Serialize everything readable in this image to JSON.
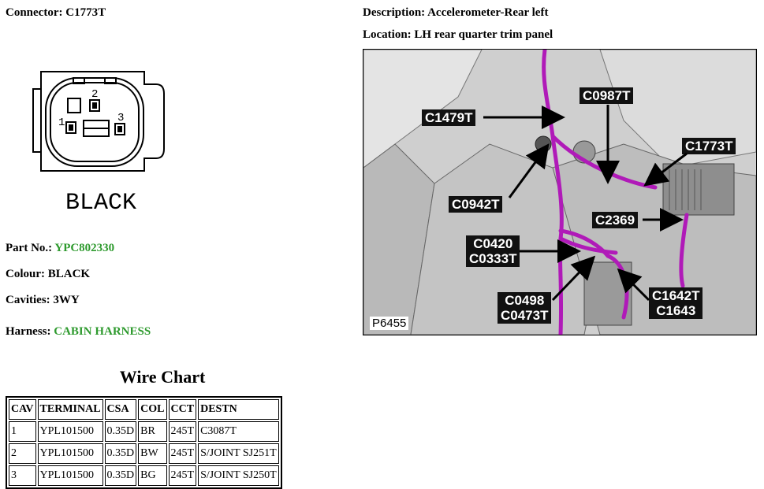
{
  "connector": {
    "label": "Connector: C1773T",
    "color_text": "BLACK",
    "pins": [
      "1",
      "2",
      "3"
    ]
  },
  "description": "Description: Accelerometer-Rear left",
  "location": "Location: LH rear quarter trim panel",
  "part_no": {
    "label": "Part No.:",
    "value": "YPC802330"
  },
  "colour": "Colour: BLACK",
  "cavities": "Cavities: 3WY",
  "harness": {
    "label": "Harness:",
    "value": "CABIN HARNESS"
  },
  "wire_chart": {
    "title": "Wire Chart",
    "headers": [
      "CAV",
      "TERMINAL",
      "CSA",
      "COL",
      "CCT",
      "DESTN"
    ],
    "rows": [
      [
        "1",
        "YPL101500",
        "0.35D",
        "BR",
        "245T",
        "C3087T"
      ],
      [
        "2",
        "YPL101500",
        "0.35D",
        "BW",
        "245T",
        "S/JOINT SJ251T"
      ],
      [
        "3",
        "YPL101500",
        "0.35D",
        "BG",
        "245T",
        "S/JOINT SJ250T"
      ]
    ]
  },
  "photo": {
    "reference": "P6455",
    "callouts": {
      "c1479t": "C1479T",
      "c0987t": "C0987T",
      "c1773t": "C1773T",
      "c0942t": "C0942T",
      "c2369": "C2369",
      "c0420": "C0420",
      "c0333t": "C0333T",
      "c0498": "C0498",
      "c0473t": "C0473T",
      "c1642t": "C1642T",
      "c1643": "C1643"
    }
  },
  "colors": {
    "highlight_text": "#2e9a2e",
    "harness_wire": "#b01ab8",
    "callout_bg": "#111111"
  }
}
